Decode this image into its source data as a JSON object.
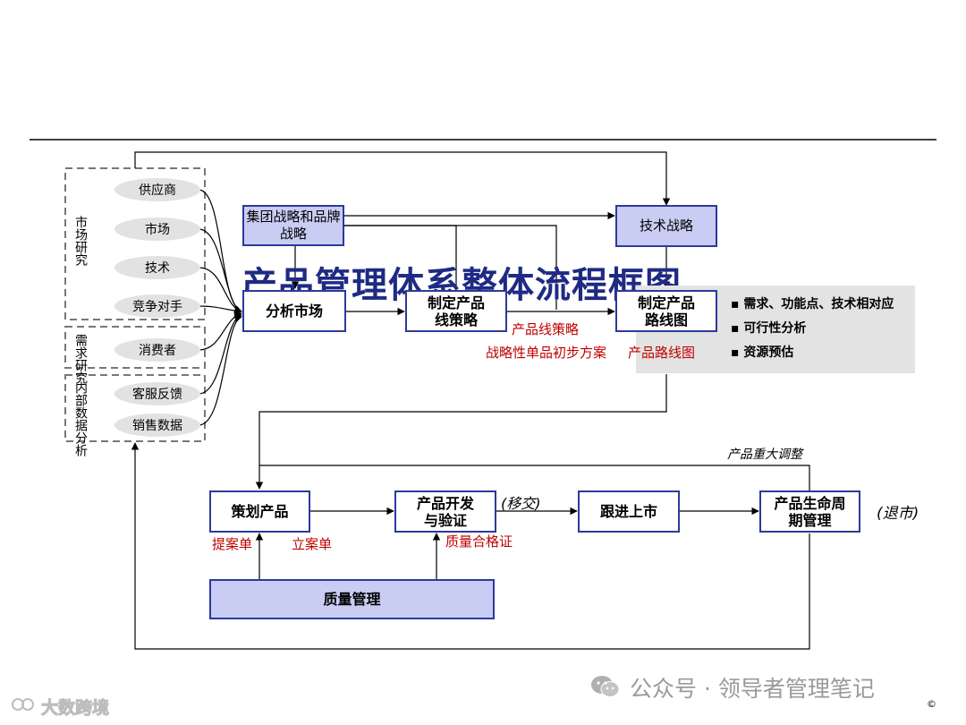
{
  "title": "产品管理体系整体流程框图",
  "inputs": {
    "group1_label": "市场研究",
    "group1_items": [
      "供应商",
      "市场",
      "技术",
      "竞争对手"
    ],
    "group2_label": "需求研究",
    "group2_items": [
      "消费者"
    ],
    "group3_label": "内部数据分析",
    "group3_items": [
      "客服反馈",
      "销售数据"
    ]
  },
  "boxes": {
    "group_strategy": "集团战略和品牌战略",
    "tech_strategy": "技术战略",
    "analyze_market": "分析市场",
    "product_line_strategy": "制定产品线策略",
    "roadmap": "制定产品路线图",
    "plan_product": "策划产品",
    "develop_verify": "产品开发与验证",
    "follow_market": "跟进上市",
    "lifecycle": "产品生命周期管理",
    "quality": "质量管理"
  },
  "notes": [
    "需求、功能点、技术相对应",
    "可行性分析",
    "资源预估"
  ],
  "red_labels": {
    "product_line_strategy": "产品线策略",
    "initial_plan": "战略性单品初步方案",
    "roadmap_output": "产品路线图",
    "proposal": "提案单",
    "approval": "立案单",
    "quality_cert": "质量合格证"
  },
  "italic_labels": {
    "handover": "(移交)",
    "major_adjust": "产品重大调整",
    "exit_market": "(退市)"
  },
  "footer": {
    "wechat": "公众号 · 领导者管理笔记",
    "left_mark": "大数跨境",
    "corner": "©"
  }
}
